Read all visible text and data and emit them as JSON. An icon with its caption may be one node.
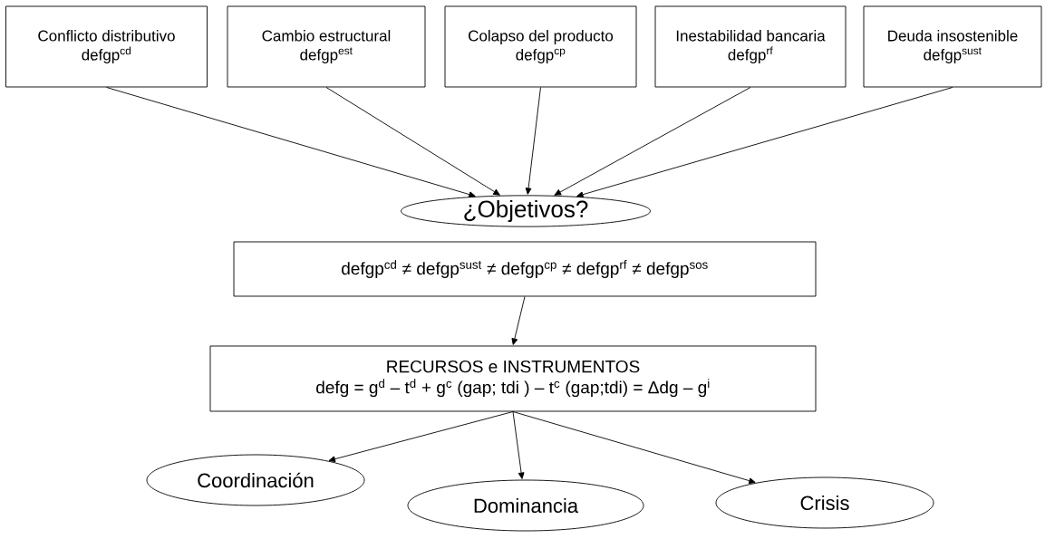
{
  "diagram": {
    "nodes": [
      {
        "text": [
          "Conflicto distributivo",
          "defgp$^{cd}$"
        ]
      },
      {
        "text": [
          "Cambio estructural",
          "defgp$^{est}$"
        ]
      },
      {
        "text": [
          "Colapso del producto",
          "defgp$^{cp}$"
        ]
      },
      {
        "text": [
          "Inestabilidad bancaria",
          "defgp$^{rf}$"
        ]
      },
      {
        "text": [
          "Deuda insostenible",
          "defgp$^{sust}$"
        ]
      },
      {
        "text": [
          "¿Objetivos?"
        ]
      },
      {
        "text": [
          "defgp$^{cd}$  ≠  defgp$^{sust}$ ≠ defgp$^{cp}$ ≠  defgp$^{rf}$ ≠ defgp$^{sos}$"
        ]
      },
      {
        "text": [
          "RECURSOS e INSTRUMENTOS",
          "defg = g$^{d}$ –  t$^{d}$  + g$^{c}$ (gap; tdi ) – t$^{c}$ (gap;tdi) = Δdg – g$^{i}$"
        ]
      },
      {
        "text": [
          "Coordinación"
        ]
      },
      {
        "text": [
          "Dominancia"
        ]
      },
      {
        "text": [
          "Crisis"
        ]
      }
    ],
    "edges": [
      {
        "from": 0,
        "to": 5,
        "arrow": "to"
      },
      {
        "from": 1,
        "to": 5,
        "arrow": "to"
      },
      {
        "from": 2,
        "to": 5,
        "arrow": "to"
      },
      {
        "from": 3,
        "to": 5,
        "arrow": "to"
      },
      {
        "from": 4,
        "to": 5,
        "arrow": "to"
      },
      {
        "from": 6,
        "to": 7,
        "arrow": "to"
      },
      {
        "from": 7,
        "to": 8,
        "arrow": "to"
      },
      {
        "from": 7,
        "to": 9,
        "arrow": "to"
      },
      {
        "from": 7,
        "to": 10,
        "arrow": "to"
      }
    ]
  }
}
